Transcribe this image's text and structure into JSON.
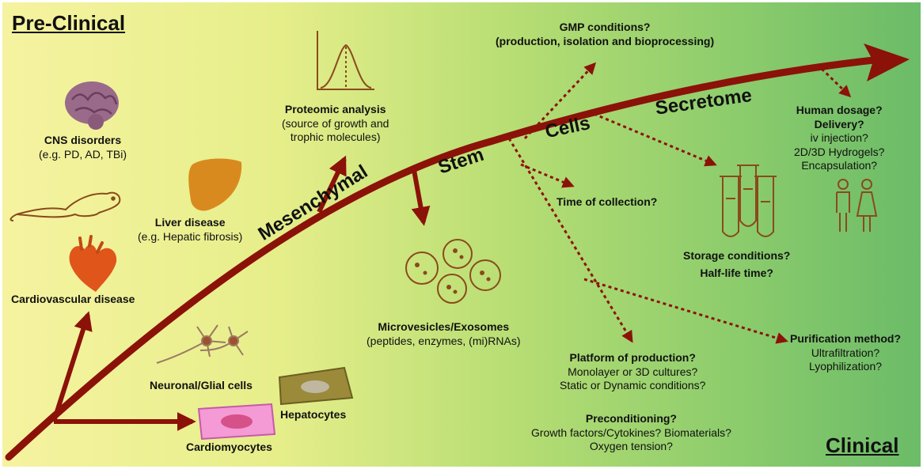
{
  "corners": {
    "preclinical": "Pre-Clinical",
    "clinical": "Clinical"
  },
  "arrow_words": {
    "mesenchymal": "Mesenchymal",
    "stem": "Stem",
    "cells": "Cells",
    "secretome": "Secretome"
  },
  "preclinical": {
    "cns": {
      "title": "CNS disorders",
      "detail": "(e.g. PD, AD, TBi)"
    },
    "liver": {
      "title": "Liver disease",
      "detail": "(e.g. Hepatic fibrosis)"
    },
    "cardio": {
      "title": "Cardiovascular disease"
    },
    "neuronal": "Neuronal/Glial cells",
    "hepatocytes": "Hepatocytes",
    "cardiomyocytes": "Cardiomyocytes"
  },
  "proteomic": {
    "title": "Proteomic analysis",
    "line1": "(source of growth and",
    "line2": "trophic molecules)"
  },
  "microvesicles": {
    "title": "Microvesicles/Exosomes",
    "detail": "(peptides, enzymes, (mi)RNAs)"
  },
  "gmp": {
    "title": "GMP conditions?",
    "detail": "(production, isolation and bioprocessing)"
  },
  "time_collection": "Time of collection?",
  "storage": {
    "line1": "Storage conditions?",
    "line2": "Half-life time?"
  },
  "human": {
    "line1": "Human dosage?",
    "line2": "Delivery?",
    "line3": "iv injection?",
    "line4": "2D/3D Hydrogels?",
    "line5": "Encapsulation?"
  },
  "platform": {
    "title": "Platform of production?",
    "line1": "Monolayer or 3D cultures?",
    "line2": "Static or Dynamic conditions?"
  },
  "preconditioning": {
    "title": "Preconditioning?",
    "line1": "Growth factors/Cytokines? Biomaterials?",
    "line2": "Oxygen tension?"
  },
  "purification": {
    "title": "Purification method?",
    "line1": "Ultrafiltration?",
    "line2": "Lyophilization?"
  },
  "colors": {
    "arrow": "#8b1208",
    "icon_line": "#8a4a1c",
    "brain": "#9a6a8a",
    "liver": "#d98a1e",
    "heart": "#e0551a"
  }
}
